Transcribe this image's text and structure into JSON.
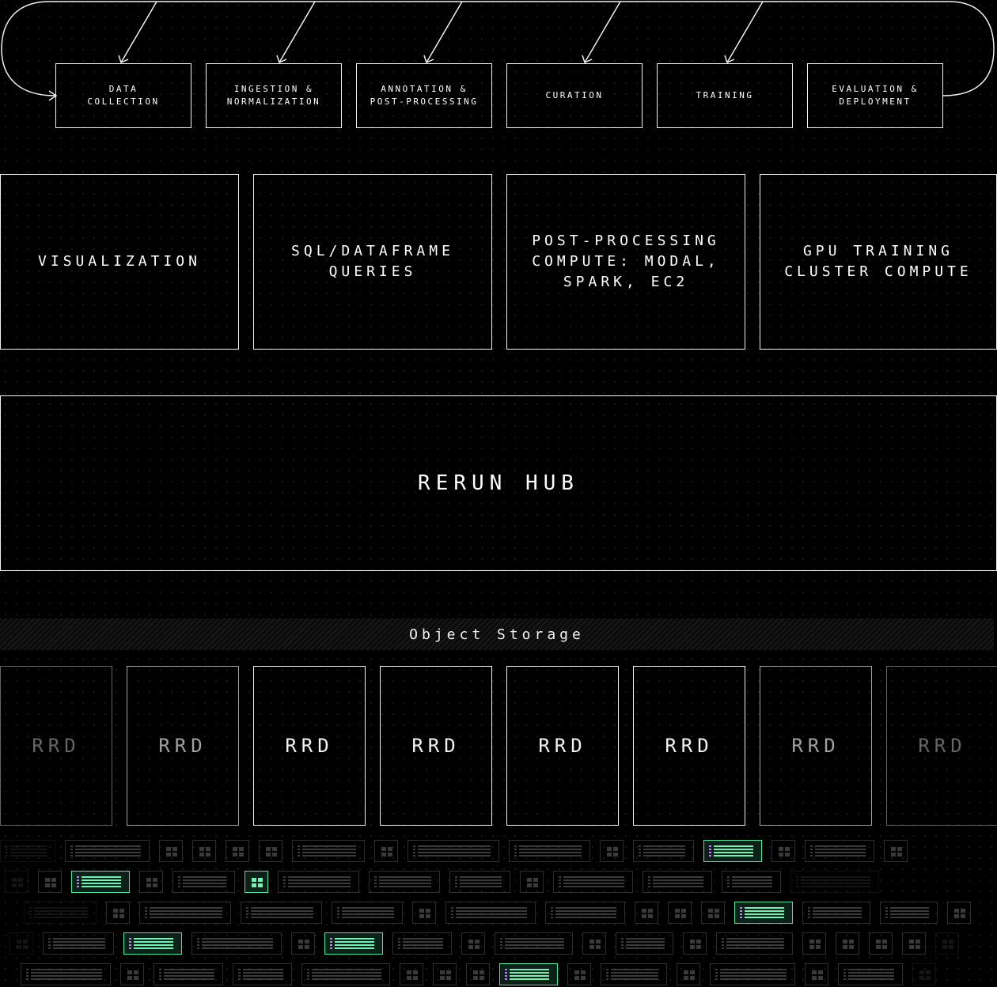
{
  "colors": {
    "background": "#000000",
    "foreground": "#f2f2f2",
    "accent_green": "#6ff2b4",
    "accent_purple": "#c080ff"
  },
  "pipeline": {
    "stages": [
      "Data\nCollection",
      "Ingestion &\nNormalization",
      "Annotation &\nPost-processing",
      "Curation",
      "Training",
      "Evaluation &\nDeployment"
    ]
  },
  "services": [
    "Visualization",
    "SQL/Dataframe\nQueries",
    "Post-processing\nCompute: Modal,\nSpark, EC2",
    "GPU Training\nCluster Compute"
  ],
  "hub": {
    "label": "Rerun Hub"
  },
  "storage": {
    "label": "Object Storage"
  },
  "files": {
    "label": "RRD",
    "items": [
      {
        "label": "RRD",
        "brightness": 0.3
      },
      {
        "label": "RRD",
        "brightness": 0.6
      },
      {
        "label": "RRD",
        "brightness": 1
      },
      {
        "label": "RRD",
        "brightness": 1
      },
      {
        "label": "RRD",
        "brightness": 1
      },
      {
        "label": "RRD",
        "brightness": 1
      },
      {
        "label": "RRD",
        "brightness": 0.6
      },
      {
        "label": "RRD",
        "brightness": 0.3
      }
    ]
  },
  "chunks": {
    "rows": [
      [
        "list-dim",
        "list",
        "grid",
        "grid",
        "grid",
        "grid",
        "list",
        "grid",
        "list",
        "list",
        "grid",
        "list",
        "list-on",
        "grid",
        "list",
        "grid",
        "list-dim"
      ],
      [
        "grid-dim",
        "grid",
        "list-on",
        "grid",
        "list",
        "grid-on",
        "list",
        "list",
        "list",
        "grid",
        "list",
        "list",
        "list",
        "list-dim"
      ],
      [
        "list-dim",
        "grid",
        "list",
        "list",
        "list",
        "grid",
        "list",
        "list",
        "grid",
        "grid",
        "grid",
        "list-on",
        "list",
        "list",
        "list",
        "grid",
        "grid"
      ],
      [
        "grid-dim",
        "list",
        "list-on",
        "list",
        "grid",
        "list-on",
        "list",
        "grid",
        "list",
        "grid",
        "list",
        "grid",
        "list",
        "grid",
        "grid",
        "grid",
        "grid",
        "grid-dim"
      ],
      [
        "list",
        "grid",
        "list",
        "list",
        "list",
        "grid",
        "grid",
        "grid",
        "list-on",
        "grid",
        "list",
        "grid",
        "list",
        "grid",
        "list",
        "grid-dim"
      ]
    ]
  }
}
